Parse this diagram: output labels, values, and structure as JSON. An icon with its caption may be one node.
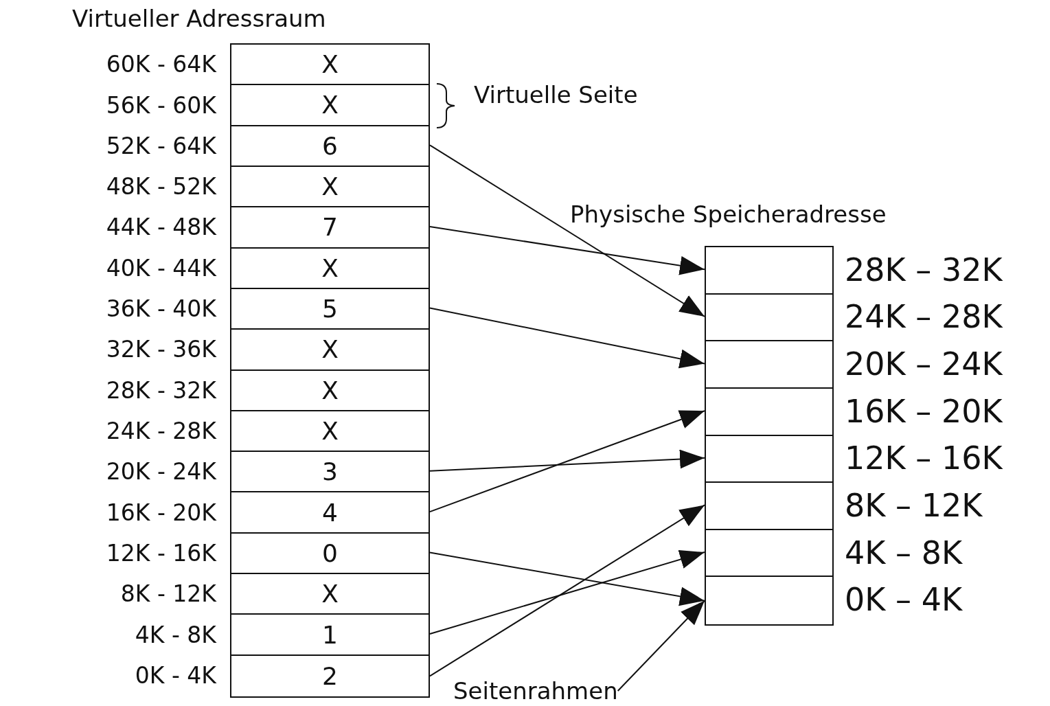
{
  "diagram": {
    "nodes": [
      {
        "text": [
          "Virtueller Adressraum"
        ]
      },
      {
        "text": [
          "X"
        ],
        "in": 0,
        "beside": [
          "60K - 64K"
        ]
      },
      {
        "text": [
          "X"
        ],
        "in": 0,
        "beside": [
          "56K - 60K"
        ]
      },
      {
        "text": [
          "6"
        ],
        "in": 0,
        "beside": [
          "52K - 64K"
        ]
      },
      {
        "text": [
          "X"
        ],
        "in": 0,
        "beside": [
          "48K - 52K"
        ]
      },
      {
        "text": [
          "7"
        ],
        "in": 0,
        "beside": [
          "44K - 48K"
        ]
      },
      {
        "text": [
          "X"
        ],
        "in": 0,
        "beside": [
          "40K - 44K"
        ]
      },
      {
        "text": [
          "5"
        ],
        "in": 0,
        "beside": [
          "36K - 40K"
        ]
      },
      {
        "text": [
          "X"
        ],
        "in": 0,
        "beside": [
          "32K - 36K"
        ]
      },
      {
        "text": [
          "X"
        ],
        "in": 0,
        "beside": [
          "28K - 32K"
        ]
      },
      {
        "text": [
          "X"
        ],
        "in": 0,
        "beside": [
          "24K - 28K"
        ]
      },
      {
        "text": [
          "3"
        ],
        "in": 0,
        "beside": [
          "20K - 24K"
        ]
      },
      {
        "text": [
          "4"
        ],
        "in": 0,
        "beside": [
          "16K - 20K"
        ]
      },
      {
        "text": [
          "0"
        ],
        "in": 0,
        "beside": [
          "12K - 16K"
        ]
      },
      {
        "text": [
          "X"
        ],
        "in": 0,
        "beside": [
          "8K - 12K"
        ]
      },
      {
        "text": [
          "1"
        ],
        "in": 0,
        "beside": [
          "4K - 8K"
        ]
      },
      {
        "text": [
          "2"
        ],
        "in": 0,
        "beside": [
          "0K - 4K"
        ]
      },
      {
        "text": [
          "Physische Speicheradresse"
        ]
      },
      {
        "text": [],
        "shape": "box",
        "in": 17,
        "beside": [
          "28K – 32K"
        ]
      },
      {
        "text": [],
        "shape": "box",
        "in": 17,
        "beside": [
          "24K – 28K"
        ]
      },
      {
        "text": [],
        "shape": "box",
        "in": 17,
        "beside": [
          "20K – 24K"
        ]
      },
      {
        "text": [],
        "shape": "box",
        "in": 17,
        "beside": [
          "16K – 20K"
        ]
      },
      {
        "text": [],
        "shape": "box",
        "in": 17,
        "beside": [
          "12K – 16K"
        ]
      },
      {
        "text": [],
        "shape": "box",
        "in": 17,
        "beside": [
          "8K – 12K"
        ]
      },
      {
        "text": [],
        "shape": "box",
        "in": 17,
        "beside": [
          "4K – 8K"
        ]
      },
      {
        "text": [],
        "shape": "box",
        "in": 17,
        "beside": [
          "0K – 4K"
        ]
      },
      {
        "text": [
          "Seitenrahmen"
        ]
      }
    ],
    "edges": [
      {
        "from": 3,
        "to": 19,
        "arrow": "to"
      },
      {
        "from": 5,
        "to": 18,
        "arrow": "to"
      },
      {
        "from": 7,
        "to": 20,
        "arrow": "to"
      },
      {
        "from": 11,
        "to": 22,
        "arrow": "to"
      },
      {
        "from": 12,
        "to": 21,
        "arrow": "to"
      },
      {
        "from": 13,
        "to": 25,
        "arrow": "to"
      },
      {
        "from": 15,
        "to": 24,
        "arrow": "to"
      },
      {
        "from": 16,
        "to": 23,
        "arrow": "to"
      },
      {
        "from": 26,
        "to": 25,
        "arrow": "to"
      }
    ],
    "labels": [
      "Virtuelle Seite"
    ]
  }
}
